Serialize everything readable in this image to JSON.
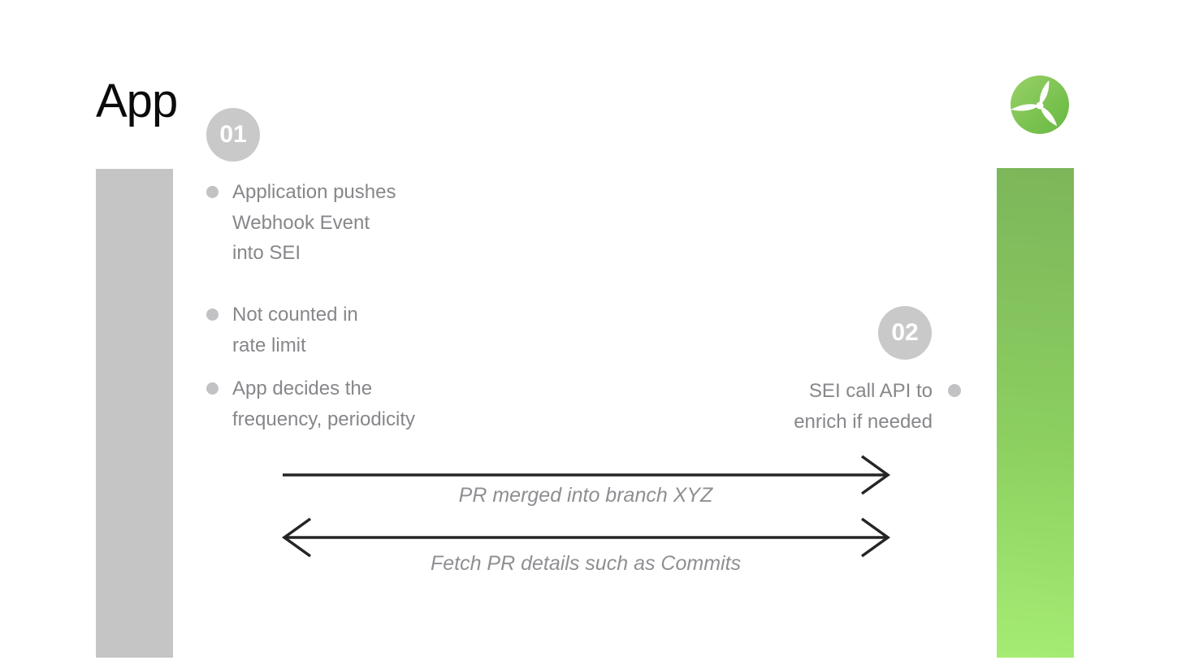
{
  "title": "App",
  "logo": {
    "icon": "propeller-icon",
    "color_top": "#9ad168",
    "color_bottom": "#68b841"
  },
  "bars": {
    "left_color": "#c5c5c6",
    "right_color_top": "#7cb65a",
    "right_color_bottom": "#a5ec73"
  },
  "step1": {
    "badge": "01",
    "bullets": [
      {
        "lines": [
          "Application pushes",
          "Webhook Event",
          "into SEI"
        ]
      },
      {
        "lines": [
          "Not counted in",
          "rate limit"
        ]
      },
      {
        "lines": [
          "App decides the",
          "frequency, periodicity"
        ]
      }
    ]
  },
  "step2": {
    "badge": "02",
    "lines": [
      "SEI call API to",
      "enrich if needed"
    ]
  },
  "arrows": [
    {
      "label": "PR merged into branch XYZ",
      "direction": "right"
    },
    {
      "label": "Fetch PR details such as Commits",
      "direction": "both"
    }
  ],
  "colors": {
    "title_text": "#0b0b0c",
    "body_text": "#87878b",
    "bullet_dot": "#c2c2c4",
    "badge_bg": "#c9c9ca",
    "badge_text": "#ffffff",
    "arrow_stroke": "#252527",
    "label_text": "#8f8f93"
  }
}
